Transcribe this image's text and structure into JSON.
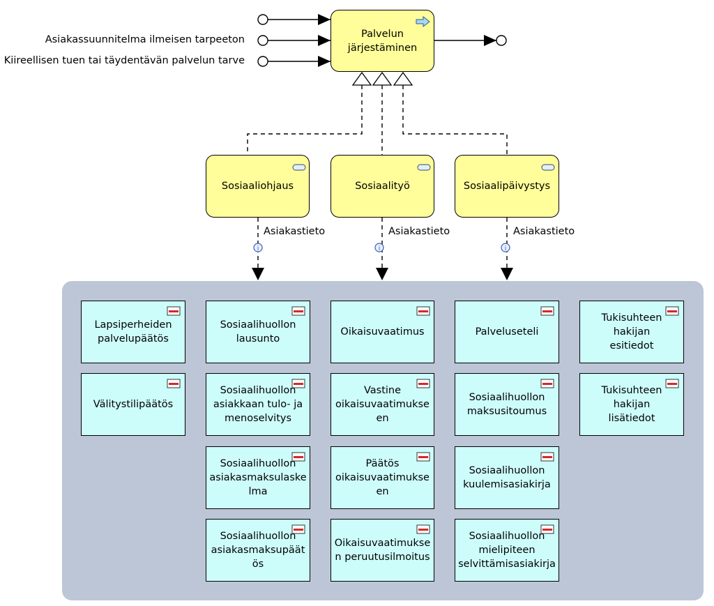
{
  "process": {
    "title": "Palvelun järjestäminen",
    "inputs": [
      {
        "label": ""
      },
      {
        "label": "Asiakassuunnitelma ilmeisen tarpeeton"
      },
      {
        "label": "Kiireellisen tuen tai täydentävän palvelun tarve"
      }
    ],
    "output": {
      "label": ""
    }
  },
  "functions": [
    {
      "title": "Sosiaaliohjaus",
      "flow_label": "Asiakastieto"
    },
    {
      "title": "Sosiaalityö",
      "flow_label": "Asiakastieto"
    },
    {
      "title": "Sosiaalipäivystys",
      "flow_label": "Asiakastieto"
    }
  ],
  "objects": {
    "col1": [
      {
        "title": "Lapsiperheiden palvelupäätös"
      },
      {
        "title": "Välitystilipäätös"
      }
    ],
    "col2": [
      {
        "title": "Sosiaalihuollon lausunto"
      },
      {
        "title": "Sosiaalihuollon asiakkaan tulo- ja menoselvitys"
      },
      {
        "title": "Sosiaalihuollon asiakasmaksulaskelma"
      },
      {
        "title": "Sosiaalihuollon asiakasmaksupäätös"
      }
    ],
    "col3": [
      {
        "title": "Oikaisuvaatimus"
      },
      {
        "title": "Vastine oikaisuvaatimukseen"
      },
      {
        "title": "Päätös oikaisuvaatimukseen"
      },
      {
        "title": "Oikaisuvaatimuksen peruutusilmoitus"
      }
    ],
    "col4": [
      {
        "title": "Palveluseteli"
      },
      {
        "title": "Sosiaalihuollon maksusitoumus"
      },
      {
        "title": "Sosiaalihuollon kuulemisasiakirja"
      },
      {
        "title": "Sosiaalihuollon mielipiteen selvittämisasiakirja"
      }
    ],
    "col5": [
      {
        "title": "Tukisuhteen hakijan esitiedot"
      },
      {
        "title": "Tukisuhteen hakijan lisätiedot"
      }
    ]
  },
  "colors": {
    "process_fill": "#fffe9a",
    "object_fill": "#cdfdfb",
    "group_fill": "#bdc6d6",
    "object_icon_red": "#d12a2a",
    "process_icon_blue": "#a9d6f5"
  },
  "icons": {
    "process": "process-arrow-icon",
    "function": "function-pill-icon",
    "object": "business-object-icon",
    "flow": "information-flow-icon"
  }
}
